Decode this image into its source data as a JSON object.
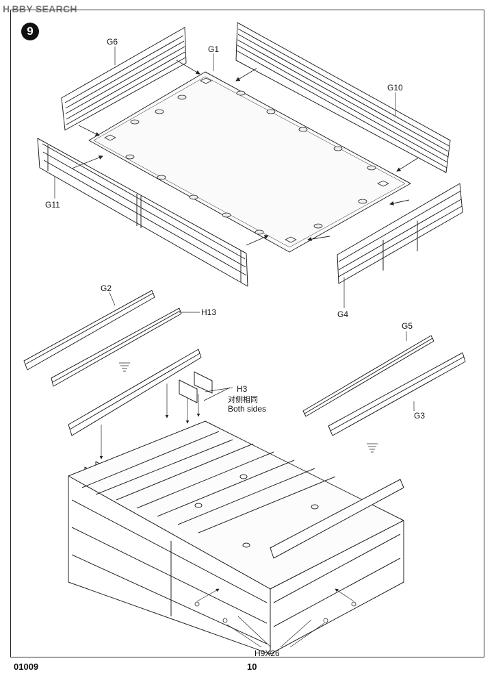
{
  "watermark": "H BBY SEARCH",
  "step_number": "9",
  "footer": {
    "code": "01009",
    "page": "10"
  },
  "parts": {
    "g6": "G6",
    "g1": "G1",
    "g10": "G10",
    "g11": "G11",
    "g4": "G4",
    "g2": "G2",
    "h13": "H13",
    "g5": "G5",
    "g3": "G3",
    "h3": "H3",
    "h3_cn": "对侧相同",
    "h3_en": "Both sides",
    "h9": "H9X26"
  }
}
